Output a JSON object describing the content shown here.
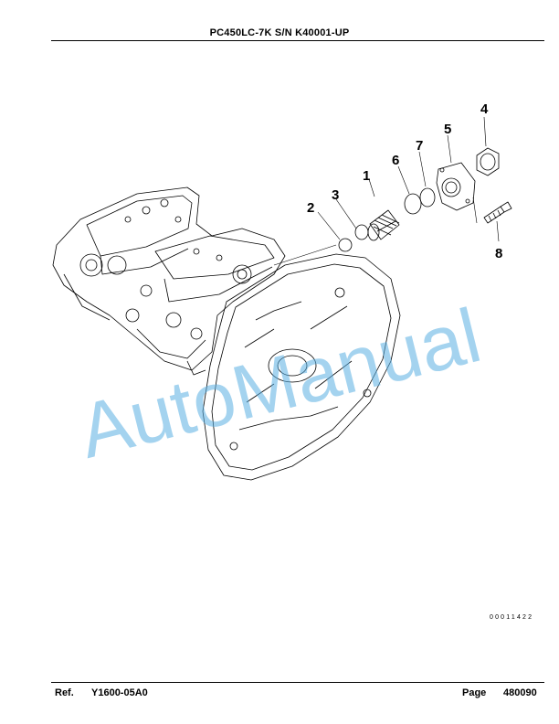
{
  "header": {
    "title": "PC450LC-7K S/N K40001-UP"
  },
  "diagram": {
    "callouts": [
      "1",
      "2",
      "3",
      "4",
      "5",
      "6",
      "7",
      "8"
    ],
    "drawing_code": "00011422"
  },
  "watermark": {
    "text": "AutoManual",
    "color": "#5aafe1"
  },
  "footer": {
    "ref_label": "Ref.",
    "ref_value": "Y1600-05A0",
    "page_label": "Page",
    "page_value": "480090"
  }
}
